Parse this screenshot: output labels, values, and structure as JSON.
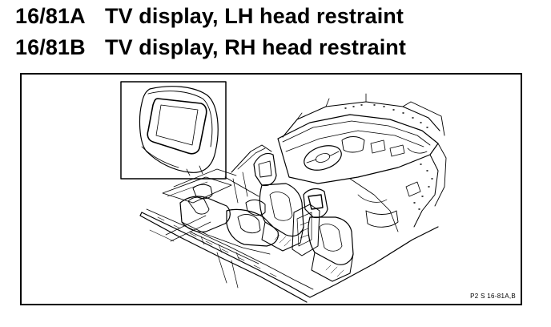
{
  "headings": [
    {
      "code": "16/81A",
      "title": "TV display, LH head restraint"
    },
    {
      "code": "16/81B",
      "title": "TV display, RH head restraint"
    }
  ],
  "figure": {
    "reference": "P2  S  16-81A,B",
    "description_icon": "car-interior-line-drawing"
  },
  "colors": {
    "ink": "#000000",
    "paper": "#ffffff"
  }
}
